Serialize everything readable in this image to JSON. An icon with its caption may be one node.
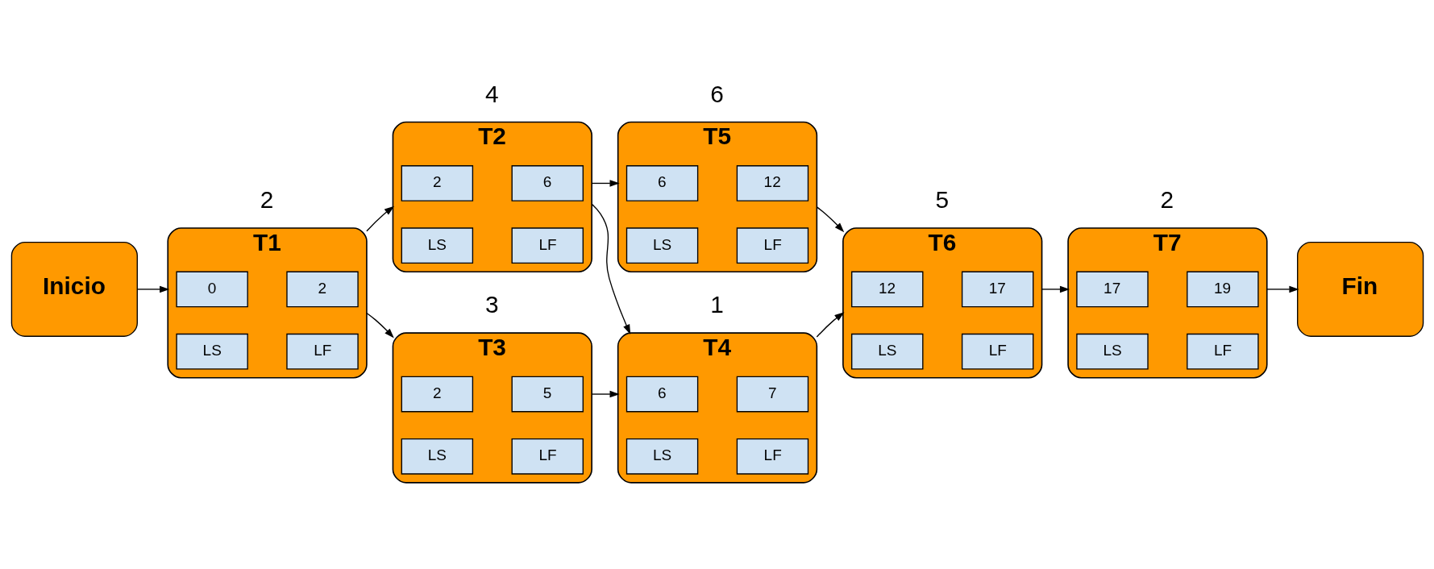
{
  "diagram": {
    "nodes": [
      {
        "text": [
          "Inicio"
        ]
      },
      {
        "text": [
          "T1"
        ],
        "beside": [
          "2"
        ]
      },
      {
        "text": [
          "0"
        ],
        "in": 1
      },
      {
        "text": [
          "2"
        ],
        "in": 1
      },
      {
        "text": [
          "LS"
        ],
        "in": 1
      },
      {
        "text": [
          "LF"
        ],
        "in": 1
      },
      {
        "text": [
          "T2"
        ],
        "beside": [
          "4"
        ]
      },
      {
        "text": [
          "2"
        ],
        "in": 6
      },
      {
        "text": [
          "6"
        ],
        "in": 6
      },
      {
        "text": [
          "LS"
        ],
        "in": 6
      },
      {
        "text": [
          "LF"
        ],
        "in": 6
      },
      {
        "text": [
          "T3"
        ],
        "beside": [
          "3"
        ]
      },
      {
        "text": [
          "2"
        ],
        "in": 11
      },
      {
        "text": [
          "5"
        ],
        "in": 11
      },
      {
        "text": [
          "LS"
        ],
        "in": 11
      },
      {
        "text": [
          "LF"
        ],
        "in": 11
      },
      {
        "text": [
          "T4"
        ],
        "beside": [
          "1"
        ]
      },
      {
        "text": [
          "6"
        ],
        "in": 16
      },
      {
        "text": [
          "7"
        ],
        "in": 16
      },
      {
        "text": [
          "LS"
        ],
        "in": 16
      },
      {
        "text": [
          "LF"
        ],
        "in": 16
      },
      {
        "text": [
          "T5"
        ],
        "beside": [
          "6"
        ]
      },
      {
        "text": [
          "6"
        ],
        "in": 21
      },
      {
        "text": [
          "12"
        ],
        "in": 21
      },
      {
        "text": [
          "LS"
        ],
        "in": 21
      },
      {
        "text": [
          "LF"
        ],
        "in": 21
      },
      {
        "text": [
          "T6"
        ],
        "beside": [
          "5"
        ]
      },
      {
        "text": [
          "12"
        ],
        "in": 26
      },
      {
        "text": [
          "17"
        ],
        "in": 26
      },
      {
        "text": [
          "LS"
        ],
        "in": 26
      },
      {
        "text": [
          "LF"
        ],
        "in": 26
      },
      {
        "text": [
          "T7"
        ],
        "beside": [
          "2"
        ]
      },
      {
        "text": [
          "17"
        ],
        "in": 31
      },
      {
        "text": [
          "19"
        ],
        "in": 31
      },
      {
        "text": [
          "LS"
        ],
        "in": 31
      },
      {
        "text": [
          "LF"
        ],
        "in": 31
      },
      {
        "text": [
          "Fin"
        ]
      }
    ],
    "edges": [
      {
        "from": 0,
        "to": 1,
        "arrow": "to"
      },
      {
        "from": 1,
        "to": 6,
        "arrow": "to"
      },
      {
        "from": 1,
        "to": 11,
        "arrow": "to"
      },
      {
        "from": 6,
        "to": 21,
        "arrow": "to"
      },
      {
        "from": 6,
        "to": 16,
        "arrow": "to"
      },
      {
        "from": 11,
        "to": 16,
        "arrow": "to"
      },
      {
        "from": 21,
        "to": 26,
        "arrow": "to"
      },
      {
        "from": 16,
        "to": 26,
        "arrow": "to"
      },
      {
        "from": 26,
        "to": 31,
        "arrow": "to"
      },
      {
        "from": 31,
        "to": 36,
        "arrow": "to"
      }
    ]
  }
}
